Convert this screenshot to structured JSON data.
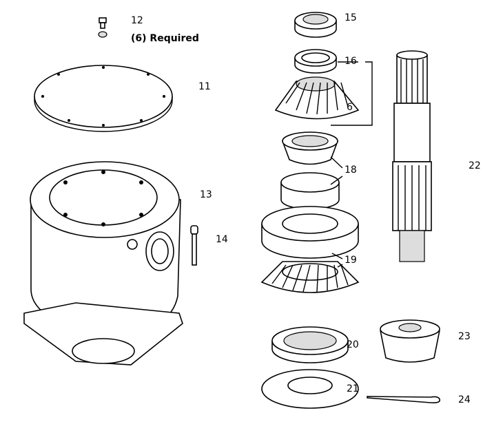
{
  "diagram": {
    "labels": {
      "p12": "12",
      "required": "(6) Required",
      "p11": "11",
      "p13": "13",
      "p14": "14",
      "p15": "15",
      "p16": "16",
      "p6": "6",
      "p18": "18",
      "p22": "22",
      "p19": "19",
      "p20": "20",
      "p23": "23",
      "p21": "21",
      "p24": "24"
    }
  }
}
